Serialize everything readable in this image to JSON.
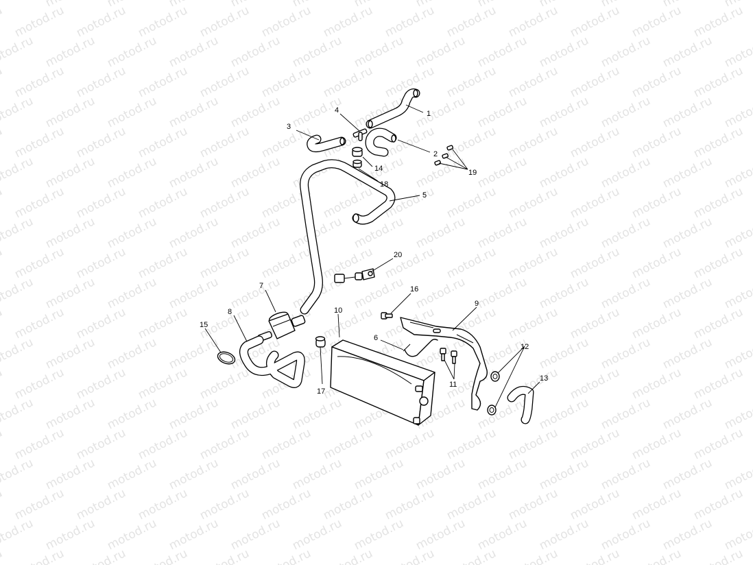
{
  "watermark": {
    "text": "motod.ru",
    "color": "#e3e3e3"
  },
  "callouts": [
    {
      "id": "1",
      "text": "1"
    },
    {
      "id": "2",
      "text": "2"
    },
    {
      "id": "3",
      "text": "3"
    },
    {
      "id": "4",
      "text": "4"
    },
    {
      "id": "5",
      "text": "5"
    },
    {
      "id": "6",
      "text": "6"
    },
    {
      "id": "7",
      "text": "7"
    },
    {
      "id": "8",
      "text": "8"
    },
    {
      "id": "9",
      "text": "9"
    },
    {
      "id": "10",
      "text": "10"
    },
    {
      "id": "11",
      "text": "11"
    },
    {
      "id": "12",
      "text": "12"
    },
    {
      "id": "13",
      "text": "13"
    },
    {
      "id": "14",
      "text": "14"
    },
    {
      "id": "15",
      "text": "15"
    },
    {
      "id": "16",
      "text": "16"
    },
    {
      "id": "17",
      "text": "17"
    },
    {
      "id": "18",
      "text": "18"
    },
    {
      "id": "19",
      "text": "19"
    },
    {
      "id": "20",
      "text": "20"
    }
  ]
}
